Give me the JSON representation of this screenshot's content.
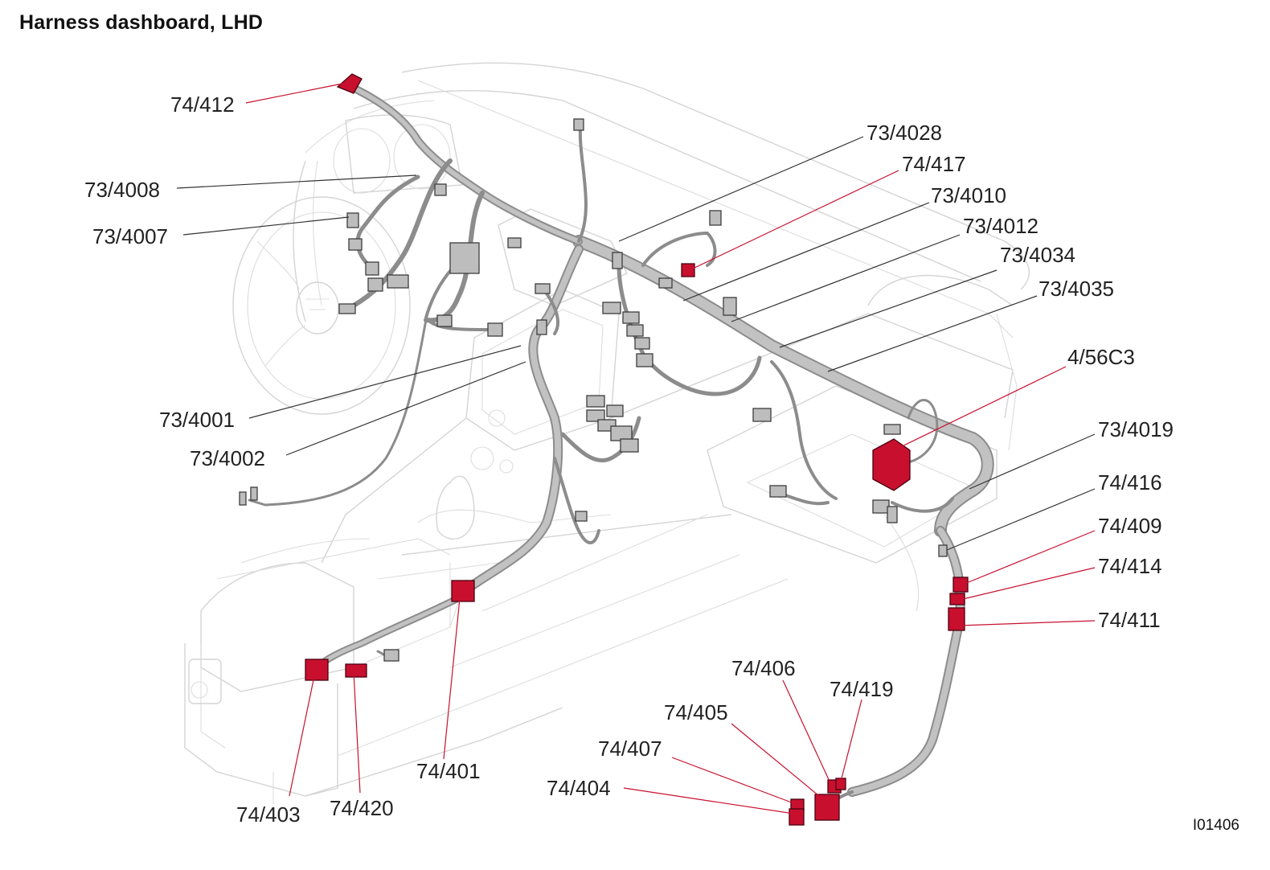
{
  "title": "Harness dashboard, LHD",
  "figure_id": "I01406",
  "colors": {
    "highlight": "#c8102e",
    "harness": "#b5b5b5",
    "outline": "#d4d4d4",
    "leader_dark": "#333333"
  },
  "labels": {
    "l74_412": "74/412",
    "l73_4008": "73/4008",
    "l73_4007": "73/4007",
    "l73_4028": "73/4028",
    "l74_417": "74/417",
    "l73_4010": "73/4010",
    "l73_4012": "73/4012",
    "l73_4034": "73/4034",
    "l73_4035": "73/4035",
    "l4_56C3": "4/56C3",
    "l73_4019": "73/4019",
    "l74_416": "74/416",
    "l74_409": "74/409",
    "l74_414": "74/414",
    "l74_411": "74/411",
    "l73_4001": "73/4001",
    "l73_4002": "73/4002",
    "l74_401": "74/401",
    "l74_403": "74/403",
    "l74_420": "74/420",
    "l74_406": "74/406",
    "l74_419": "74/419",
    "l74_405": "74/405",
    "l74_407": "74/407",
    "l74_404": "74/404"
  }
}
